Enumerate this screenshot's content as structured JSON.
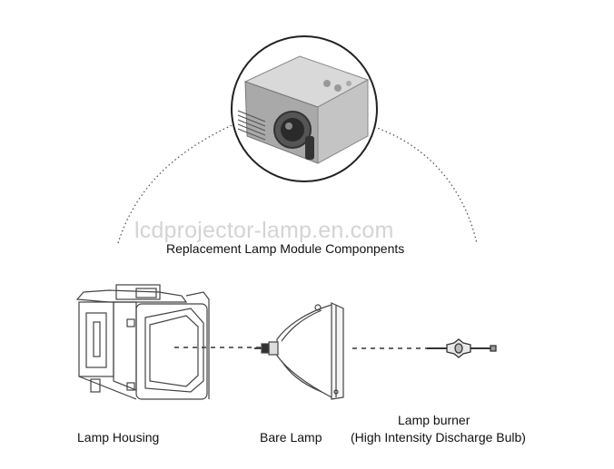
{
  "diagram": {
    "watermark": "lcdprojector-lamp.en.com",
    "title": "Replacement Lamp Module Componpents",
    "components": [
      {
        "label": "Lamp Housing"
      },
      {
        "label": "Bare Lamp"
      },
      {
        "label": "Lamp burner",
        "sublabel": "(High Intensity Discharge Bulb)"
      }
    ],
    "colors": {
      "line": "#333333",
      "dots": "#555555",
      "watermark": "#d4d4d4",
      "projector_body": "#b8b8b8"
    }
  }
}
